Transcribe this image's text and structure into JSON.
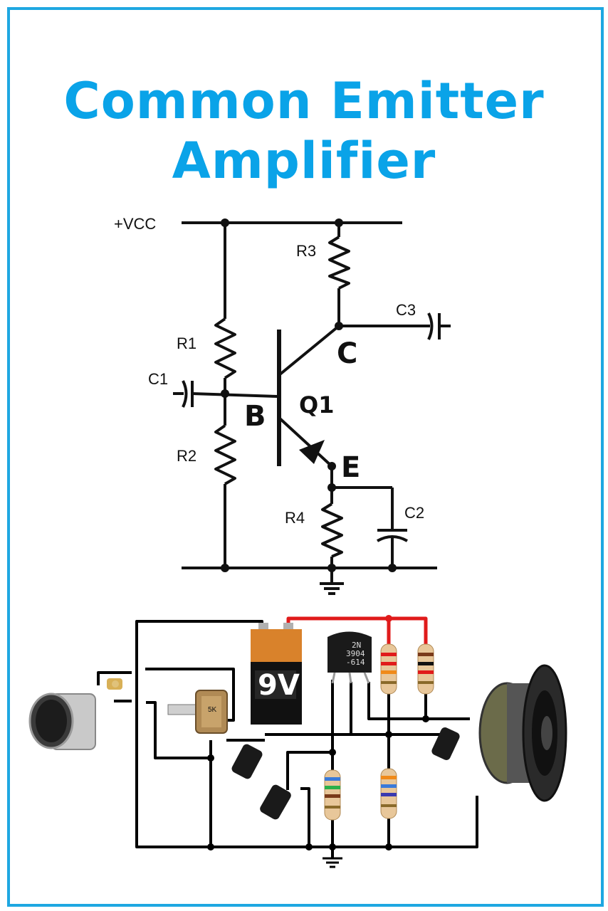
{
  "title": {
    "line1": "Common  Emitter",
    "line2": "Amplifier"
  },
  "schematic": {
    "supply_label": "+VCC",
    "resistors": [
      "R1",
      "R2",
      "R3",
      "R4"
    ],
    "capacitors": [
      "C1",
      "C2",
      "C3"
    ],
    "transistor": "Q1",
    "terminals": {
      "base": "B",
      "collector": "C",
      "emitter": "E"
    }
  },
  "breadboard": {
    "battery_label": "9V",
    "transistor_marking": [
      "2N",
      "3904",
      "-614"
    ],
    "pot_marking": "5K"
  },
  "colors": {
    "frame": "#1ea7e1",
    "title": "#0aa3e8",
    "supply_wire": "#e01b1b",
    "wire": "#000000"
  }
}
